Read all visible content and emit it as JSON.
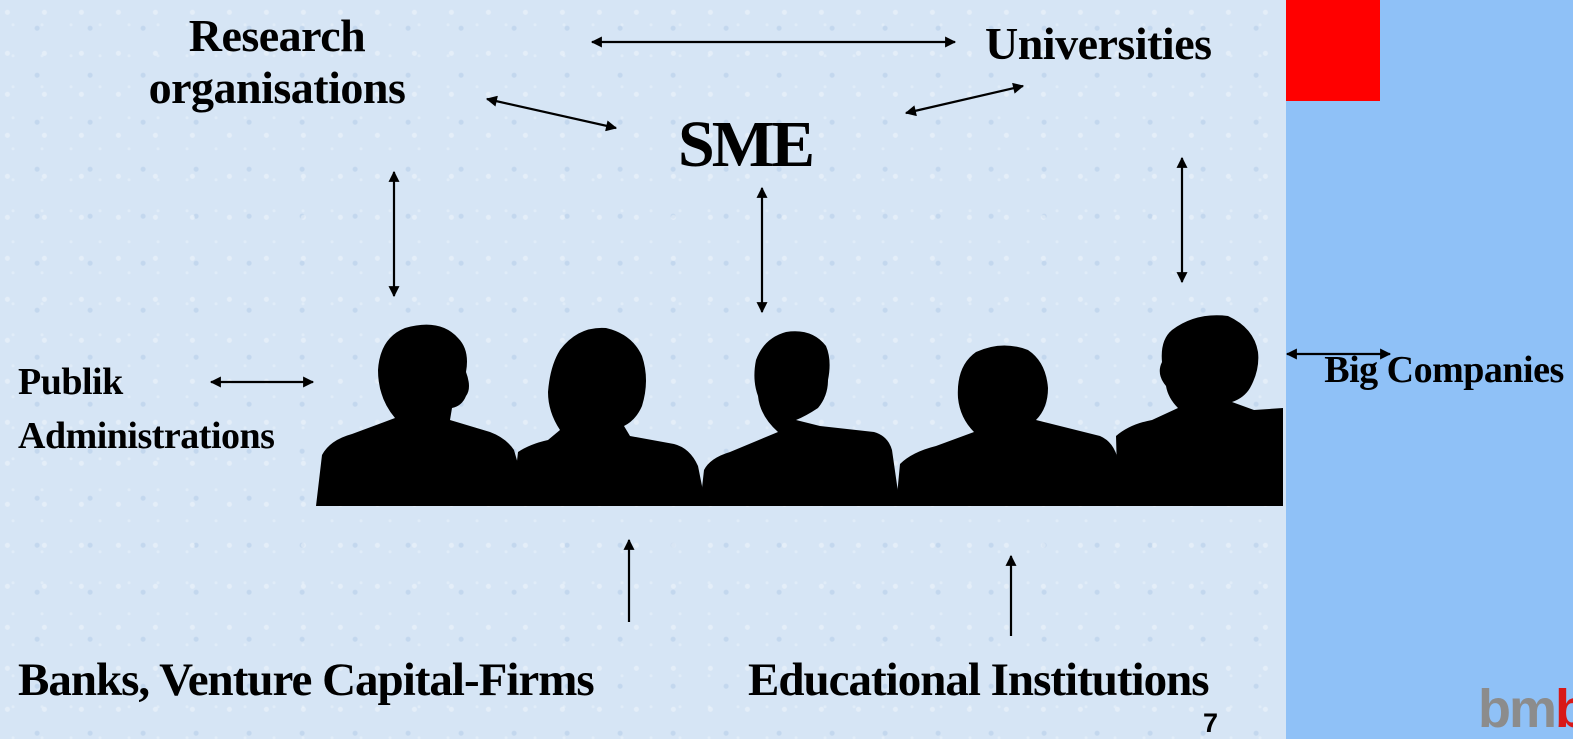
{
  "slide": {
    "center_label": "SME",
    "partners": {
      "research": "Research organisations",
      "universities": "Universities",
      "public_admin": "Publik Administrations",
      "big_companies": "Big Companies",
      "banks": "Banks, Venture Capital-Firms",
      "education": "Educational Institutions"
    },
    "page_number": "7"
  },
  "logo": {
    "part1": "bm",
    "part2": "b+f"
  },
  "colors": {
    "background": "#d6e5f5",
    "sidebar": "#8fc1f7",
    "accent_red": "#ff0000",
    "silhouettes": "#000000",
    "logo_gray": "#8c8c8c",
    "logo_red": "#d81818"
  }
}
